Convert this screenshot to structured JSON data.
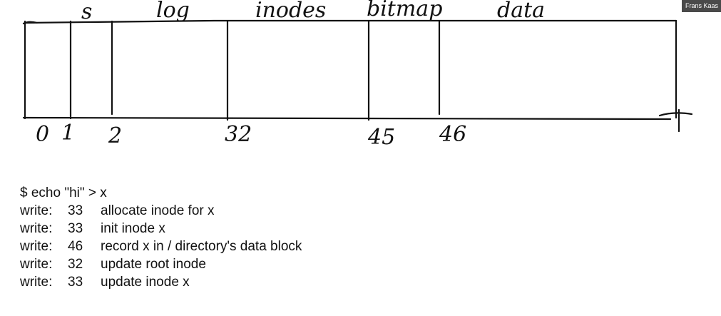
{
  "speaker_badge": "Frans Kaas",
  "disk_layout": {
    "regions": [
      {
        "label": "s"
      },
      {
        "label": "log"
      },
      {
        "label": "inodes"
      },
      {
        "label": "bitmap"
      },
      {
        "label": "data"
      }
    ],
    "block_numbers": [
      "0",
      "1",
      "2",
      "32",
      "45",
      "46"
    ]
  },
  "trace": {
    "command": "$ echo \"hi\" > x",
    "lines": [
      {
        "op": "write:",
        "block": "33",
        "desc": "allocate inode for x"
      },
      {
        "op": "write:",
        "block": "33",
        "desc": "init inode x"
      },
      {
        "op": "write:",
        "block": "46",
        "desc": "record x in / directory's data block"
      },
      {
        "op": "write:",
        "block": "32",
        "desc": "update root inode"
      },
      {
        "op": "write:",
        "block": "33",
        "desc": "update inode x"
      }
    ]
  }
}
